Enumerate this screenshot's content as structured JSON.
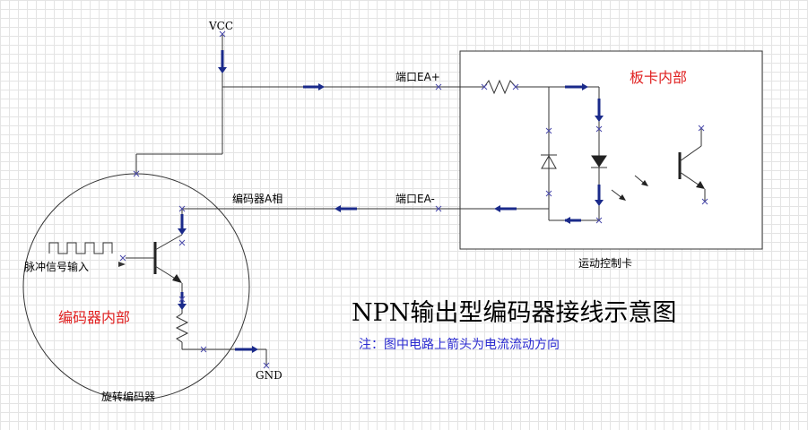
{
  "diagram": {
    "title": "NPN输出型编码器接线示意图",
    "note": "注：图中电路上箭头为电流流动方向",
    "labels": {
      "vcc": "VCC",
      "gnd": "GND",
      "port_ea_plus": "端口EA+",
      "port_ea_minus": "端口EA-",
      "encoder_phase_a": "编码器A相",
      "board_inside": "板卡内部",
      "motion_card": "运动控制卡",
      "encoder_inside": "编码器内部",
      "pulse_input": "脉冲信号输入",
      "rotary_encoder": "旋转编码器"
    },
    "colors": {
      "wire": "#333333",
      "arrow": "#1a2a8a",
      "red_label": "#e02020",
      "blue_note": "#2a2ad0"
    }
  }
}
